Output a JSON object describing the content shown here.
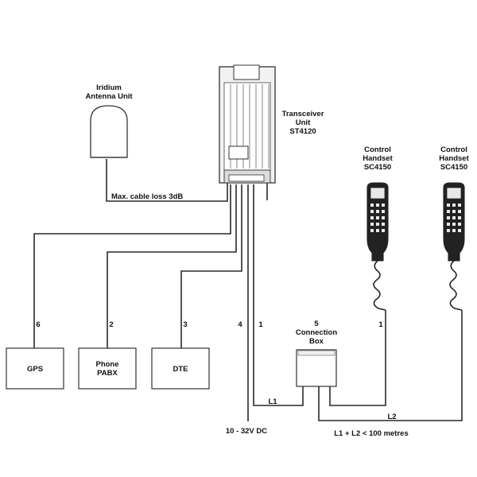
{
  "antenna": {
    "title_line1": "Iridium",
    "title_line2": "Antenna Unit"
  },
  "transceiver": {
    "title_line1": "Transceiver",
    "title_line2": "Unit",
    "model": "ST4120"
  },
  "handsets": [
    {
      "title_line1": "Control",
      "title_line2": "Handset",
      "model": "SC4150"
    },
    {
      "title_line1": "Control",
      "title_line2": "Handset",
      "model": "SC4150"
    }
  ],
  "cable_note": "Max. cable loss 3dB",
  "boxes": {
    "gps": "GPS",
    "phone_line1": "Phone",
    "phone_line2": "PABX",
    "dte": "DTE"
  },
  "connection_box": {
    "number": "5",
    "title_line1": "Connection",
    "title_line2": "Box"
  },
  "cable_numbers": {
    "gps": "6",
    "phone": "2",
    "dte": "3",
    "power": "4",
    "handset_bus": "1",
    "handset": "1"
  },
  "power_label": "10 - 32V DC",
  "line_labels": {
    "l1": "L1",
    "l2": "L2"
  },
  "length_note": "L1 + L2 < 100 metres",
  "colors": {
    "line": "#2a2a2a",
    "device_fill": "#222222",
    "keypad": "#e8e8e8"
  }
}
